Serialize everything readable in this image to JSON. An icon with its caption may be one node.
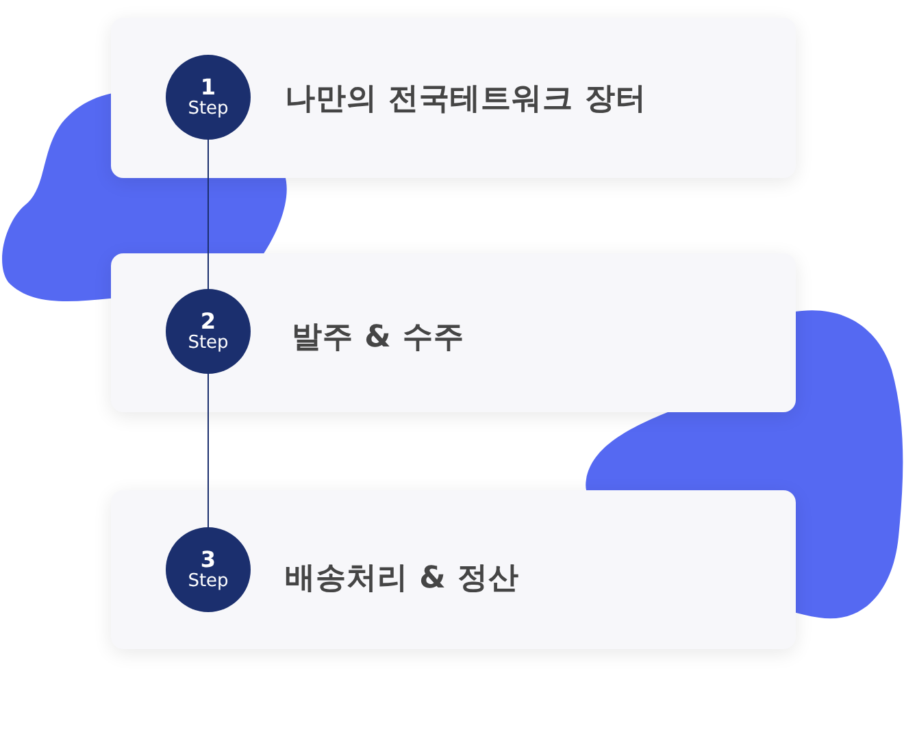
{
  "diagram": {
    "nodes": [
      {
        "text": [
          "나만의 전국테트워크 장터"
        ]
      },
      {
        "text": [
          "1",
          "Step"
        ],
        "in": 0
      },
      {
        "text": [
          "발주 & 수주"
        ]
      },
      {
        "text": [
          "2",
          "Step"
        ],
        "in": 2
      },
      {
        "text": [
          "배송처리 & 정산"
        ]
      },
      {
        "text": [
          "3",
          "Step"
        ],
        "in": 4
      }
    ],
    "edges": [
      {
        "from": 1,
        "to": 3,
        "arrow": "none"
      },
      {
        "from": 3,
        "to": 5,
        "arrow": "none"
      }
    ]
  }
}
